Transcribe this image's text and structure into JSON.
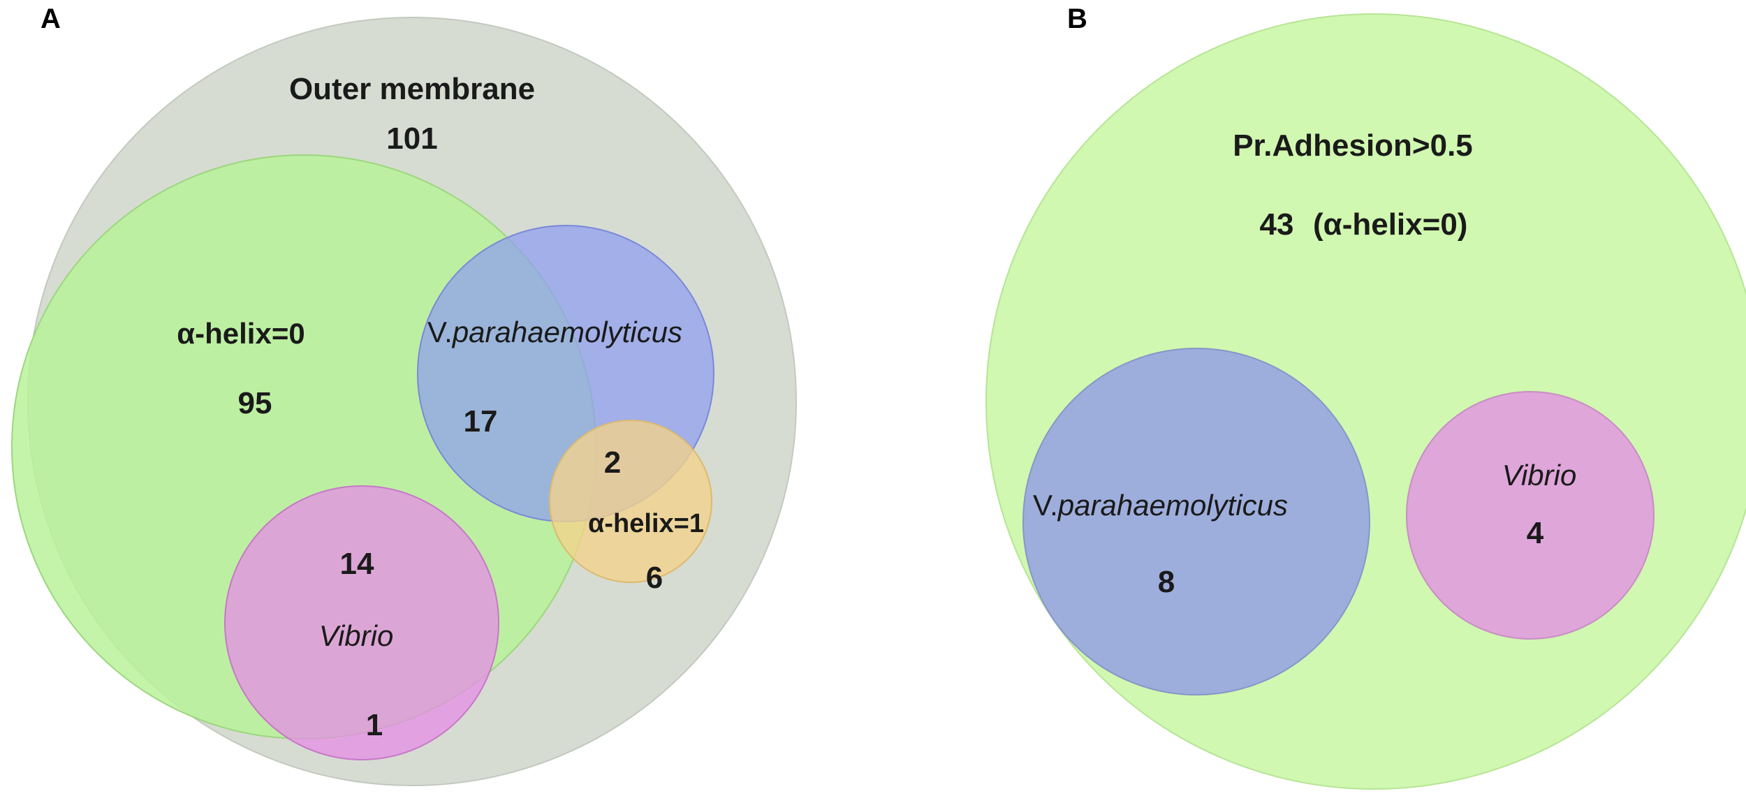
{
  "panel_a": {
    "letter": "A",
    "outer": {
      "label": "Outer membrane",
      "count": "101"
    },
    "helix0": {
      "label": "α-helix=0",
      "count": "95"
    },
    "vp": {
      "prefix": "V.",
      "species": "parahaemolyticus",
      "count": "17"
    },
    "helix1": {
      "label": "α-helix=1",
      "count_overlap": "2",
      "count": "6"
    },
    "vibrio": {
      "label": "Vibrio",
      "count_overlap": "14",
      "count": "1"
    }
  },
  "panel_b": {
    "letter": "B",
    "outer": {
      "label": "Pr.Adhesion>0.5",
      "count": "43",
      "note": "(α-helix=0)"
    },
    "vp": {
      "prefix": "V.",
      "species": "parahaemolyticus",
      "count": "8"
    },
    "vibrio": {
      "label": "Vibrio",
      "count": "4"
    }
  },
  "colors": {
    "outer_membrane": "#d6dcd2",
    "helix0": "#b8f29a",
    "vp": "#8e9ef0",
    "helix1": "#f3d28a",
    "vibrio": "#e58ee6",
    "adhesion": "#d0f8b0",
    "vp_b": "#9eaedc",
    "vibrio_b": "#dfa6da"
  }
}
